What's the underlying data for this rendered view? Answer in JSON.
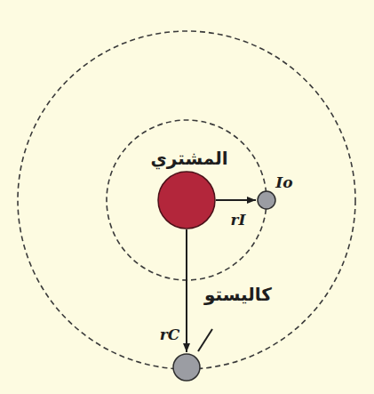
{
  "diagram": {
    "nodes": [
      {
        "text": [
          "المشتري"
        ]
      },
      {
        "text": [
          "Io"
        ]
      },
      {
        "text": [
          "كاليستو"
        ]
      }
    ],
    "edges": [
      {
        "from": 0,
        "to": 1,
        "arrow": "to",
        "label": "rI"
      },
      {
        "from": 0,
        "to": 2,
        "arrow": "to",
        "label": "rC"
      }
    ]
  }
}
